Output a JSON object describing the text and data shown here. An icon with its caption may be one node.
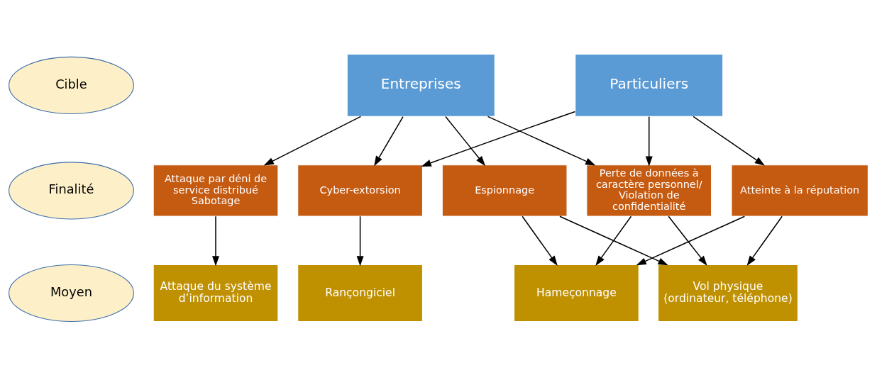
{
  "diagram": {
    "nodes": [
      {
        "text": [
          "Cible"
        ]
      },
      {
        "text": [
          "Finalité"
        ]
      },
      {
        "text": [
          "Moyen"
        ]
      },
      {
        "text": [
          "Entreprises"
        ]
      },
      {
        "text": [
          "Particuliers"
        ]
      },
      {
        "text": [
          "Attaque par déni de service distribué",
          "Sabotage"
        ]
      },
      {
        "text": [
          "Espionnage"
        ]
      },
      {
        "text": [
          "Cyber-extorsion"
        ]
      },
      {
        "text": [
          "Perte de données à caractère personnel/ Violation de confidentialité"
        ]
      },
      {
        "text": [
          "Atteinte à la réputation"
        ]
      },
      {
        "text": [
          "Attaque du système d’information"
        ]
      },
      {
        "text": [
          "Hameçonnage"
        ]
      },
      {
        "text": [
          "Rançongiciel"
        ]
      },
      {
        "text": [
          "Vol physique (ordinateur, téléphone)"
        ]
      }
    ],
    "edges": [
      {
        "from": 3,
        "to": 5,
        "arrow": "to"
      },
      {
        "from": 3,
        "to": 6,
        "arrow": "to"
      },
      {
        "from": 3,
        "to": 7,
        "arrow": "to"
      },
      {
        "from": 3,
        "to": 8,
        "arrow": "to"
      },
      {
        "from": 4,
        "to": 7,
        "arrow": "to"
      },
      {
        "from": 4,
        "to": 8,
        "arrow": "to"
      },
      {
        "from": 4,
        "to": 9,
        "arrow": "to"
      },
      {
        "from": 5,
        "to": 10,
        "arrow": "to"
      },
      {
        "from": 6,
        "to": 11,
        "arrow": "to"
      },
      {
        "from": 6,
        "to": 13,
        "arrow": "to"
      },
      {
        "from": 8,
        "to": 11,
        "arrow": "to"
      },
      {
        "from": 7,
        "to": 12,
        "arrow": "to"
      },
      {
        "from": 8,
        "to": 13,
        "arrow": "to"
      },
      {
        "from": 9,
        "to": 11,
        "arrow": "to"
      },
      {
        "from": 9,
        "to": 13,
        "arrow": "to"
      }
    ]
  }
}
